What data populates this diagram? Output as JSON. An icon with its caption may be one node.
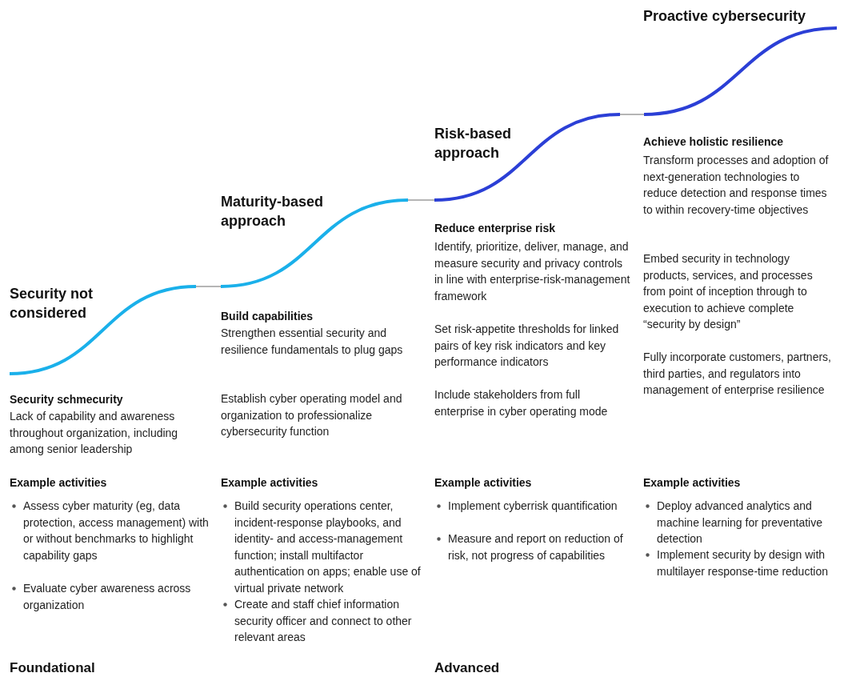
{
  "diagram": {
    "labels": [
      "Security not considered",
      "Security schmecurity",
      "Lack of capability and awareness throughout organization, including among senior leadership",
      "Example activities",
      "Assess cyber maturity (eg, data protection, access management) with or without benchmarks to highlight capability gaps",
      "Evaluate cyber awareness across organization",
      "Maturity-based approach",
      "Build capabilities",
      "Strengthen essential security and resilience fundamentals to plug gaps",
      "Establish cyber operating model and organization to professionalize cybersecurity function",
      "Example activities",
      "Build security operations center, incident-response playbooks, and identity- and access-management function; install multifactor authentication on apps; enable use of virtual private network",
      "Create and staff chief information security officer and connect to other relevant areas",
      "Risk-based approach",
      "Reduce enterprise risk",
      "Identify, prioritize, deliver, manage, and measure security and privacy controls in line with enterprise-risk-management framework",
      "Set risk-appetite thresholds for linked pairs of key risk indicators and key performance indicators",
      "Include stakeholders from full enterprise in cyber operating mode",
      "Example activities",
      "Implement cyberrisk quantification",
      "Measure and report on reduction of risk, not progress of capabilities",
      "Proactive cybersecurity",
      "Achieve holistic resilience",
      "Transform processes and adoption of next-generation technologies to reduce detection and response times to within recovery-time objectives",
      "Embed security in technology products, services, and processes from point of inception through to execution to achieve complete “security by design”",
      "Fully incorporate customers, partners, third parties, and regulators into management of enterprise resilience",
      "Example activities",
      "Deploy advanced analytics and machine learning for preventative detection",
      "Implement security by design with multilayer response-time reduction",
      "Foundational",
      "Advanced"
    ]
  }
}
